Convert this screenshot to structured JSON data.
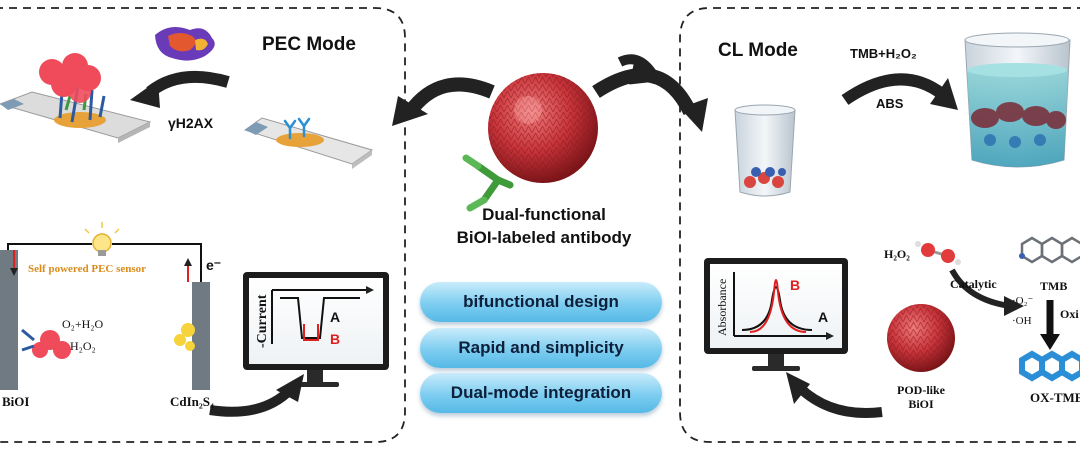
{
  "pec": {
    "title": "PEC Mode",
    "marker_label": "γH2AX",
    "sensor_label": "Self powered PEC sensor",
    "electron_label": "e⁻",
    "reaction_o2": "O₂+H₂O",
    "reaction_h2o2": "H₂O₂",
    "left_electrode_label": "BiOI",
    "right_electrode_label": "CdIn₂S₄",
    "monitor_ylabel": "-Current",
    "monitor_a": "A",
    "monitor_b": "B"
  },
  "center": {
    "label_line1": "Dual-functional",
    "label_line2": "BiOI-labeled antibody",
    "features": [
      "bifunctional design",
      "Rapid and simplicity",
      "Dual-mode integration"
    ]
  },
  "cl": {
    "title": "CL Mode",
    "reagent_label": "TMB+H₂O₂",
    "abs_label": "ABS",
    "monitor_ylabel": "Absorbance",
    "monitor_a": "A",
    "monitor_b": "B",
    "h2o2_label": "H₂O₂",
    "catalytic_label": "Catalytic",
    "tmb_label": "TMB",
    "radical_o2": "·O₂⁻",
    "radical_oh": "·OH",
    "oxidation_label": "Oxi",
    "pod_line1": "POD-like",
    "pod_line2": "BiOI",
    "product_label": "OX-TMB"
  },
  "colors": {
    "nanoparticle": "#c8343a",
    "pill": "#7dcdf0",
    "arrow": "#222222",
    "accent_red": "#e02020"
  }
}
